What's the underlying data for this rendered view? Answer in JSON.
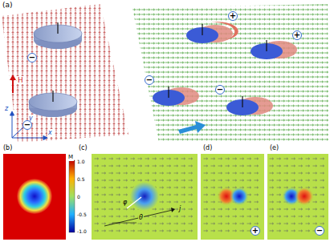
{
  "diagram": {
    "nodes": [
      {
        "text": [
          "−"
        ]
      },
      {
        "text": [
          "−"
        ]
      },
      {
        "text": [
          "+"
        ]
      },
      {
        "text": [
          "+"
        ]
      },
      {
        "text": [
          "−"
        ]
      },
      {
        "text": [
          "−"
        ]
      },
      {
        "text": [
          "+"
        ]
      },
      {
        "text": [
          "−"
        ]
      }
    ],
    "labels": [
      "(a)",
      "H",
      "z",
      "y",
      "x",
      "(b)",
      "(c)",
      "M",
      "1.0",
      "0.5",
      "0",
      "-0.5",
      "-1.0",
      "φ",
      "θ",
      "j",
      "(d)",
      "(e)"
    ]
  }
}
